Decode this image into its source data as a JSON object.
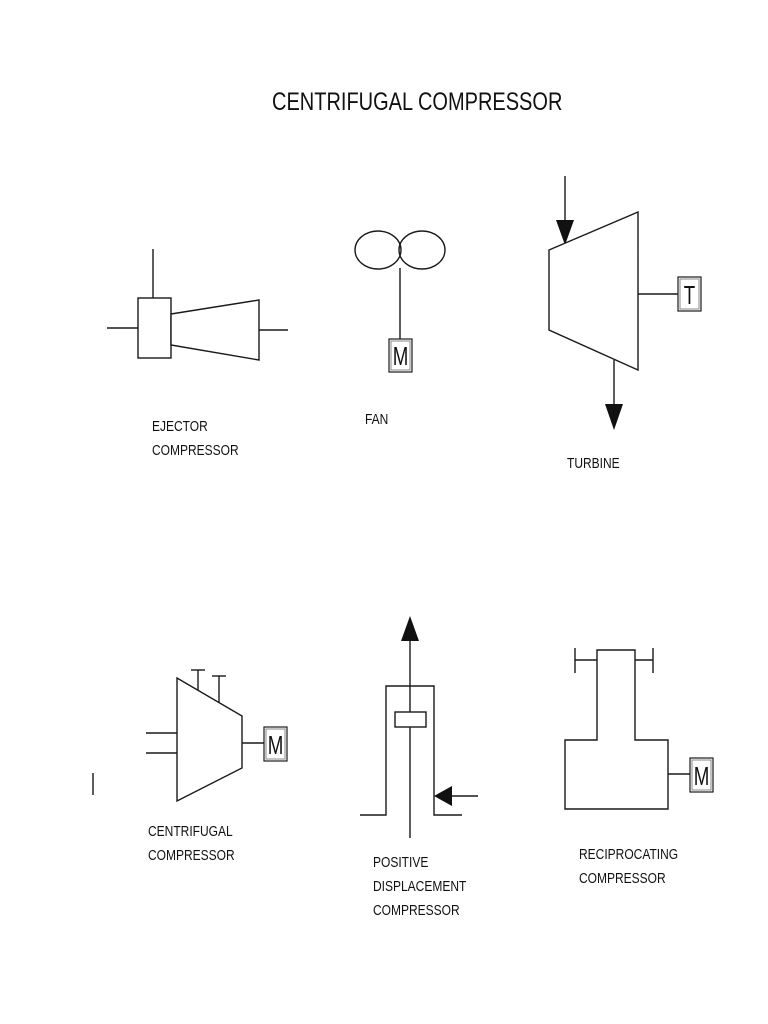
{
  "title": "CENTRIFUGAL COMPRESSOR",
  "symbols": [
    {
      "id": "ejector",
      "label_lines": [
        "EJECTOR",
        "COMPRESSOR"
      ]
    },
    {
      "id": "fan",
      "label_lines": [
        "FAN"
      ],
      "motor_letter": "M"
    },
    {
      "id": "turbine",
      "label_lines": [
        "TURBINE"
      ],
      "driver_letter": "T"
    },
    {
      "id": "centrifugal",
      "label_lines": [
        "CENTRIFUGAL",
        "COMPRESSOR"
      ],
      "motor_letter": "M"
    },
    {
      "id": "positive-displacement",
      "label_lines": [
        "POSITIVE",
        "DISPLACEMENT",
        "COMPRESSOR"
      ]
    },
    {
      "id": "reciprocating",
      "label_lines": [
        "RECIPROCATING",
        "COMPRESSOR"
      ],
      "motor_letter": "M"
    }
  ]
}
